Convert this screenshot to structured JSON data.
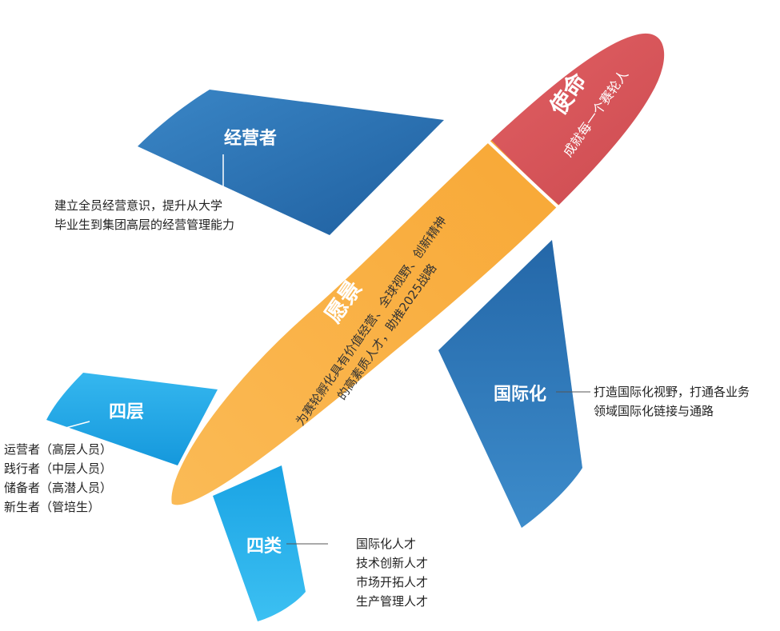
{
  "fuselage": {
    "mission_title": "使命",
    "mission_text": "成就每一个赛轮人",
    "vision_title": "愿景",
    "vision_line1": "为赛轮孵化具有价值经营、全球视野、创新精神",
    "vision_line2": "的高素质人才，助推2025战略"
  },
  "wings": {
    "upper_left": {
      "label": "经营者",
      "desc": [
        "建立全员经营意识，提升从大学",
        "毕业生到集团高层的经营管理能力"
      ]
    },
    "lower_right": {
      "label": "国际化",
      "desc": [
        "打造国际化视野，打通各业务",
        "领域国际化链接与通路"
      ]
    }
  },
  "tail": {
    "left": {
      "label": "四层",
      "items": [
        "运营者（高层人员）",
        "践行者（中层人员）",
        "储备者（高潜人员）",
        "新生者（管培生）"
      ]
    },
    "bottom": {
      "label": "四类",
      "items": [
        "国际化人才",
        "技术创新人才",
        "市场开拓人才",
        "生产管理人才"
      ]
    }
  },
  "colors": {
    "dark_blue": "#2b6fb3",
    "light_blue": "#28a7e6",
    "orange": "#f9a834",
    "red": "#d8565a"
  }
}
